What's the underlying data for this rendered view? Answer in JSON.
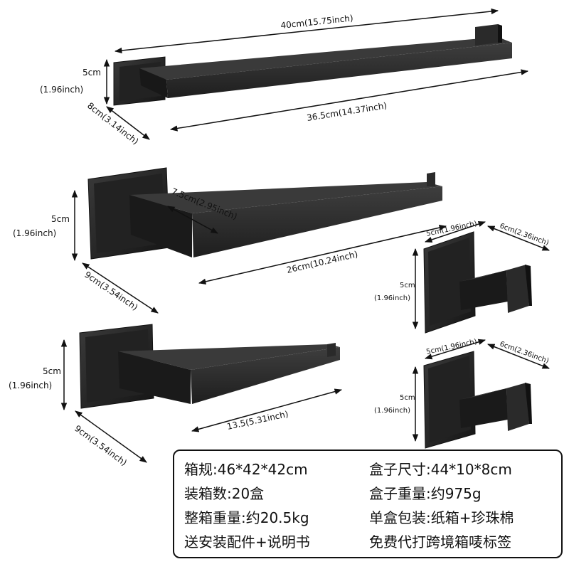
{
  "dimensions": {
    "towel_bar": {
      "total_length": "40cm(15.75inch)",
      "bar_length": "36.5cm(14.37inch)",
      "height_cm": "5cm",
      "height_in": "(1.96inch)",
      "depth": "8cm(3.14inch)"
    },
    "towel_ring_bar": {
      "height_cm": "5cm",
      "height_in": "(1.96inch)",
      "projection": "7.5cm(2.95inch)",
      "length": "26cm(10.24inch)",
      "depth": "9cm(3.54inch)"
    },
    "paper_holder": {
      "height_cm": "5cm",
      "height_in": "(1.96inch)",
      "length": "13.5(5.31inch)",
      "depth": "9cm(3.54inch)"
    },
    "hook_top": {
      "width": "5cm(1.96inch)",
      "depth": "6cm(2.36inch)",
      "height_cm": "5cm",
      "height_in": "(1.96inch)"
    },
    "hook_bottom": {
      "width": "5cm(1.96inch)",
      "depth": "6cm(2.36inch)",
      "height_cm": "5cm",
      "height_in": "(1.96inch)"
    }
  },
  "specs": {
    "carton_size": "箱规:46*42*42cm",
    "box_size": "盒子尺寸:44*10*8cm",
    "carton_qty": "装箱数:20盒",
    "box_weight": "盒子重量:约975g",
    "carton_weight": "整箱重量:约20.5kg",
    "packaging": "单盒包装:纸箱+珍珠棉",
    "accessories": "送安装配件+说明书",
    "labeling": "免费代打跨境箱唛标签"
  },
  "colors": {
    "product": "#1c1c1c",
    "product_face": "#2b2b2b",
    "product_highlight": "#4a4a4a",
    "dimension_line": "#111111",
    "background": "#ffffff"
  }
}
